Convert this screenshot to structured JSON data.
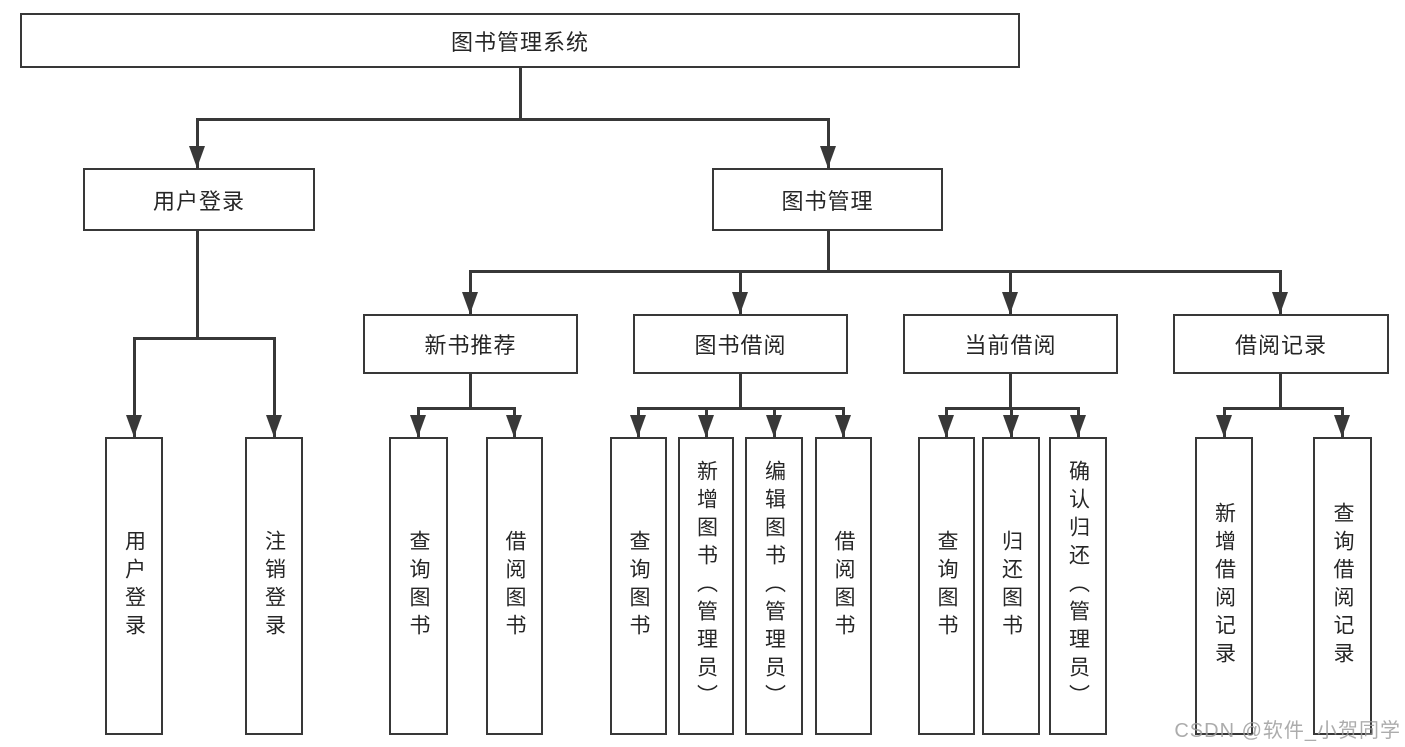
{
  "diagram": {
    "root": {
      "label": "图书管理系统"
    },
    "level2": [
      {
        "label": "用户登录"
      },
      {
        "label": "图书管理"
      }
    ],
    "level3": [
      {
        "label": "新书推荐"
      },
      {
        "label": "图书借阅"
      },
      {
        "label": "当前借阅"
      },
      {
        "label": "借阅记录"
      }
    ],
    "leaves": {
      "login": [
        {
          "label": "用户登录"
        },
        {
          "label": "注销登录"
        }
      ],
      "recommend": [
        {
          "label": "查询图书"
        },
        {
          "label": "借阅图书"
        }
      ],
      "borrow": [
        {
          "label": "查询图书"
        },
        {
          "label": "新增图书（管理员）"
        },
        {
          "label": "编辑图书（管理员）"
        },
        {
          "label": "借阅图书"
        }
      ],
      "current": [
        {
          "label": "查询图书"
        },
        {
          "label": "归还图书"
        },
        {
          "label": "确认归还（管理员）"
        }
      ],
      "records": [
        {
          "label": "新增借阅记录"
        },
        {
          "label": "查询借阅记录"
        }
      ]
    },
    "watermark": {
      "text": "CSDN @软件_小贺同学"
    },
    "colors": {
      "line": "#383838",
      "text": "#262626",
      "watermark": "#9e9e9e",
      "background": "#ffffff"
    }
  }
}
